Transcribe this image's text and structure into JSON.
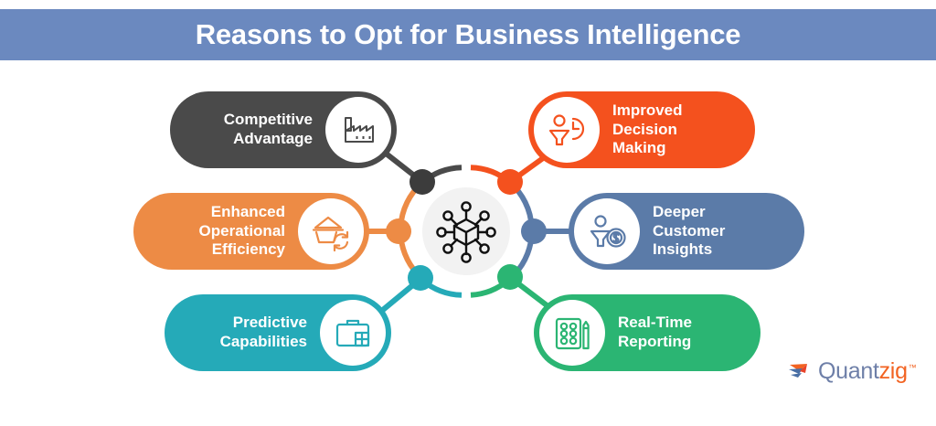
{
  "header": {
    "title": "Reasons to Opt for Business Intelligence",
    "band_color": "#6b89bf",
    "title_color": "#ffffff"
  },
  "hub": {
    "icon": "network-cube-icon",
    "disc_color": "#f2f2f2",
    "icon_color": "#111111"
  },
  "reasons": [
    {
      "id": "competitive-advantage",
      "label": "Competitive\nAdvantage",
      "color": "#4a4a4a",
      "icon": "factory-magnifier-icon",
      "side": "left",
      "row": "top"
    },
    {
      "id": "improved-decision-making",
      "label": "Improved\nDecision Making",
      "color": "#f4511e",
      "icon": "person-clock-icon",
      "side": "right",
      "row": "top"
    },
    {
      "id": "enhanced-operational-efficiency",
      "label": "Enhanced\nOperational\nEfficiency",
      "color": "#ed8b45",
      "icon": "basket-refresh-icon",
      "side": "left",
      "row": "middle"
    },
    {
      "id": "deeper-customer-insights",
      "label": "Deeper\nCustomer\nInsights",
      "color": "#5b7ba8",
      "icon": "person-dollar-icon",
      "side": "right",
      "row": "middle"
    },
    {
      "id": "predictive-capabilities",
      "label": "Predictive\nCapabilities",
      "color": "#25aab8",
      "icon": "briefcase-icon",
      "side": "left",
      "row": "bottom"
    },
    {
      "id": "real-time-reporting",
      "label": "Real-Time\nReporting",
      "color": "#2bb573",
      "icon": "clipboard-report-icon",
      "side": "right",
      "row": "bottom"
    }
  ],
  "logo": {
    "mark": "quantzig-arrow-icon",
    "word_part1": "Quant",
    "word_part2": "zig",
    "trademark": "™",
    "part1_color": "#6e7fa8",
    "part2_color": "#f26322"
  }
}
